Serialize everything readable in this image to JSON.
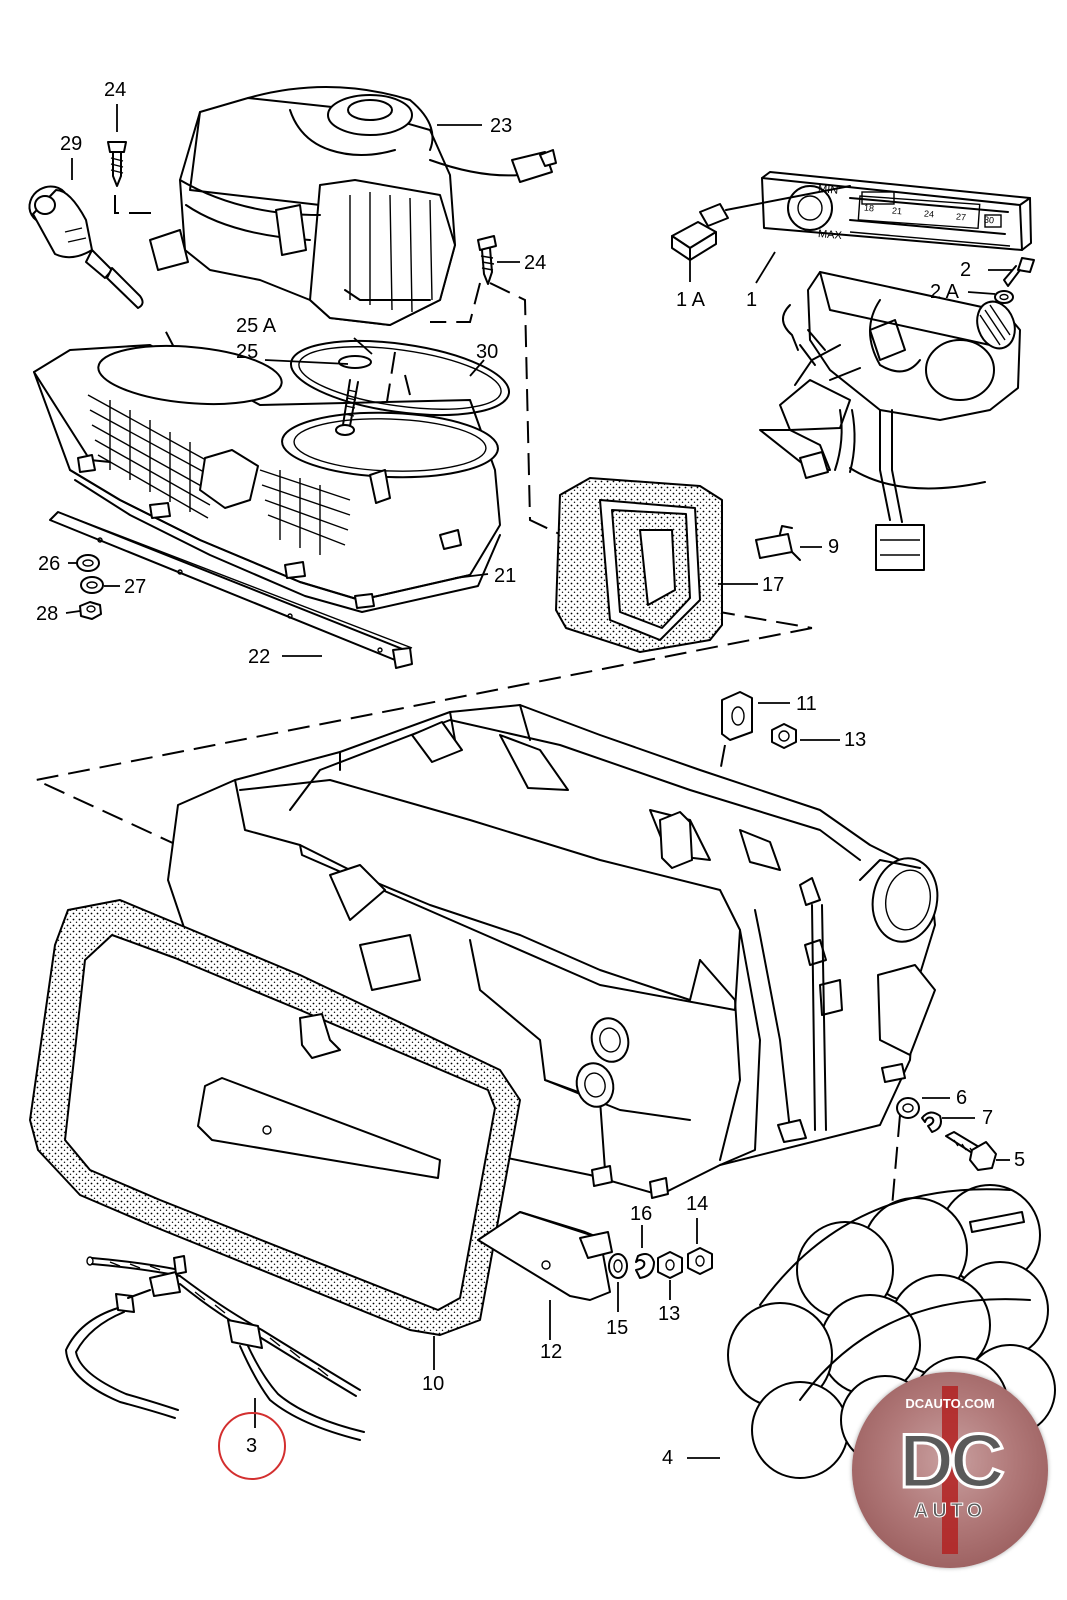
{
  "callouts": [
    {
      "id": "24",
      "text": "24"
    },
    {
      "id": "29",
      "text": "29"
    },
    {
      "id": "23",
      "text": "23"
    },
    {
      "id": "24b",
      "text": "24"
    },
    {
      "id": "25A",
      "text": "25 A"
    },
    {
      "id": "25",
      "text": "25"
    },
    {
      "id": "30",
      "text": "30"
    },
    {
      "id": "26",
      "text": "26"
    },
    {
      "id": "27",
      "text": "27"
    },
    {
      "id": "28",
      "text": "28"
    },
    {
      "id": "21",
      "text": "21"
    },
    {
      "id": "22",
      "text": "22"
    },
    {
      "id": "17",
      "text": "17"
    },
    {
      "id": "1A",
      "text": "1 A"
    },
    {
      "id": "1",
      "text": "1"
    },
    {
      "id": "2",
      "text": "2"
    },
    {
      "id": "2A",
      "text": "2 A"
    },
    {
      "id": "9",
      "text": "9"
    },
    {
      "id": "11",
      "text": "11"
    },
    {
      "id": "13",
      "text": "13"
    },
    {
      "id": "6",
      "text": "6"
    },
    {
      "id": "7",
      "text": "7"
    },
    {
      "id": "5",
      "text": "5"
    },
    {
      "id": "16",
      "text": "16"
    },
    {
      "id": "14",
      "text": "14"
    },
    {
      "id": "15",
      "text": "15"
    },
    {
      "id": "13b",
      "text": "13"
    },
    {
      "id": "12",
      "text": "12"
    },
    {
      "id": "10",
      "text": "10"
    },
    {
      "id": "3",
      "text": "3",
      "highlighted": true
    },
    {
      "id": "4",
      "text": "4"
    }
  ],
  "control_panel": {
    "min_label": "MIN",
    "max_label": "MAX",
    "scale": [
      "18",
      "21",
      "24",
      "27",
      "30"
    ]
  },
  "highlight_color": "#d32f2f",
  "watermark": {
    "url": "DCAUTO.COM",
    "logo": "DC",
    "sub": "AUTO"
  }
}
